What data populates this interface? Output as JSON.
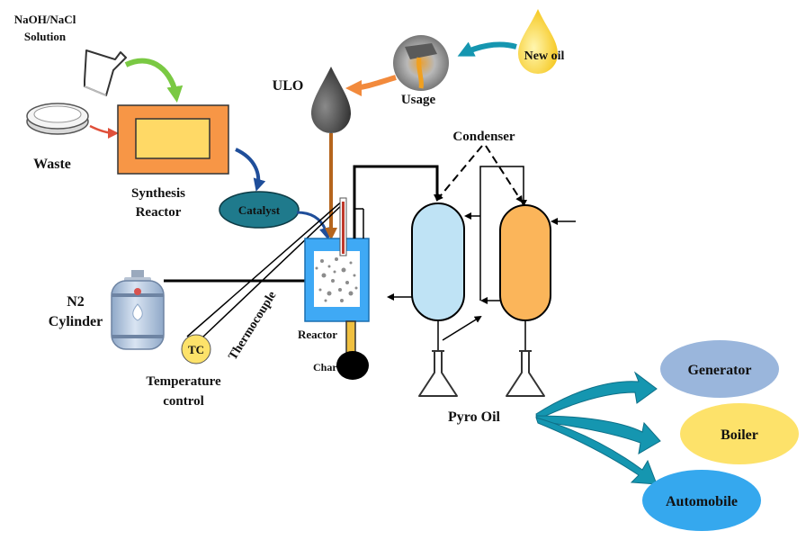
{
  "labels": {
    "solution_line1": "NaOH/NaCl",
    "solution_line2": "Solution",
    "waste": "Waste",
    "synthesis_line1": "Synthesis",
    "synthesis_line2": "Reactor",
    "catalyst": "Catalyst",
    "ulo": "ULO",
    "usage": "Usage",
    "new_oil": "New oil",
    "condenser": "Condenser",
    "n2_line1": "N2",
    "n2_line2": "Cylinder",
    "thermocouple": "Thermocouple",
    "tc": "TC",
    "temp_line1": "Temperature",
    "temp_line2": "control",
    "reactor": "Reactor",
    "char": "Char",
    "pyro_oil": "Pyro Oil",
    "generator": "Generator",
    "boiler": "Boiler",
    "automobile": "Automobile"
  },
  "colors": {
    "synthesis_outer": "#f79646",
    "synthesis_inner": "#ffd966",
    "catalyst": "#1f7a8c",
    "reactor_frame": "#3fa9f5",
    "condenser_blue": "#bfe3f5",
    "condenser_orange": "#fbb55a",
    "generator": "#9ab6dc",
    "boiler": "#fde26a",
    "automobile": "#35a8ee",
    "teal_arrow": "#1596b0",
    "green_arrow": "#7ac943",
    "red_arrow": "#e0503a",
    "orange_arrow": "#f28a3c",
    "brown_pipe": "#b5651d",
    "navy_arrow": "#1f4e9a"
  }
}
